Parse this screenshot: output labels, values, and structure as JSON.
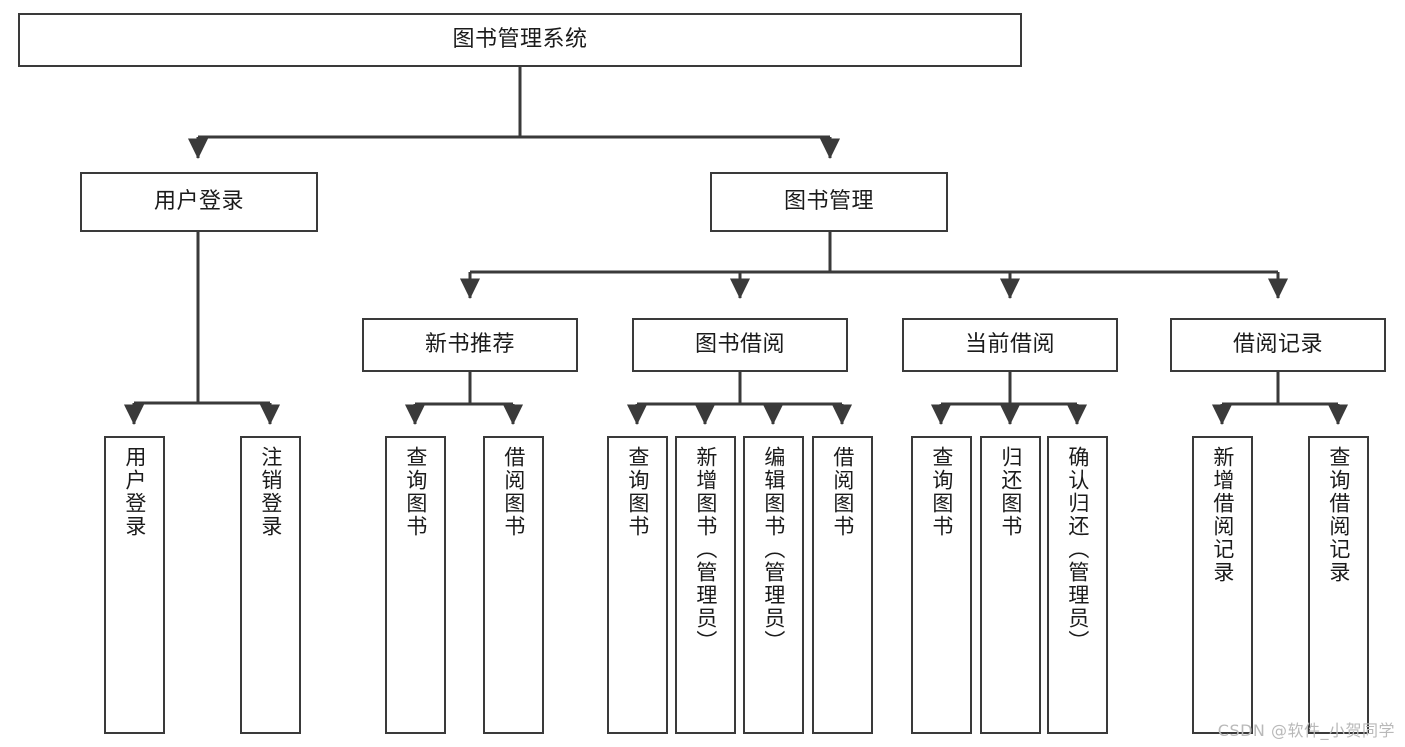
{
  "diagram": {
    "title": "图书管理系统",
    "type": "tree",
    "watermark": "CSDN @软件_小贺同学",
    "colors": {
      "box_border": "#3a3a3a",
      "box_fill": "#ffffff",
      "edge": "#3a3a3a",
      "text": "#1b1b1b",
      "watermark": "#b9b9b9",
      "background": "#ffffff"
    },
    "nodes": {
      "root": {
        "label": "图书管理系统"
      },
      "level1": [
        {
          "id": "login",
          "label": "用户登录"
        },
        {
          "id": "bookmgmt",
          "label": "图书管理"
        }
      ],
      "level2": [
        {
          "id": "newbook",
          "label": "新书推荐"
        },
        {
          "id": "borrow",
          "label": "图书借阅"
        },
        {
          "id": "current",
          "label": "当前借阅"
        },
        {
          "id": "records",
          "label": "借阅记录"
        }
      ],
      "leaves": {
        "login": [
          {
            "id": "leaf-user-login",
            "label": "用户登录"
          },
          {
            "id": "leaf-user-logout",
            "label": "注销登录"
          }
        ],
        "newbook": [
          {
            "id": "leaf-query-book-1",
            "label": "查询图书"
          },
          {
            "id": "leaf-borrow-book-1",
            "label": "借阅图书"
          }
        ],
        "borrow": [
          {
            "id": "leaf-query-book-2",
            "label": "查询图书"
          },
          {
            "id": "leaf-add-book",
            "label": "新增图书（管理员）"
          },
          {
            "id": "leaf-edit-book",
            "label": "编辑图书（管理员）"
          },
          {
            "id": "leaf-borrow-book-2",
            "label": "借阅图书"
          }
        ],
        "current": [
          {
            "id": "leaf-query-book-3",
            "label": "查询图书"
          },
          {
            "id": "leaf-return-book",
            "label": "归还图书"
          },
          {
            "id": "leaf-confirm-return",
            "label": "确认归还（管理员）"
          }
        ],
        "records": [
          {
            "id": "leaf-add-record",
            "label": "新增借阅记录"
          },
          {
            "id": "leaf-query-record",
            "label": "查询借阅记录"
          }
        ]
      }
    }
  }
}
